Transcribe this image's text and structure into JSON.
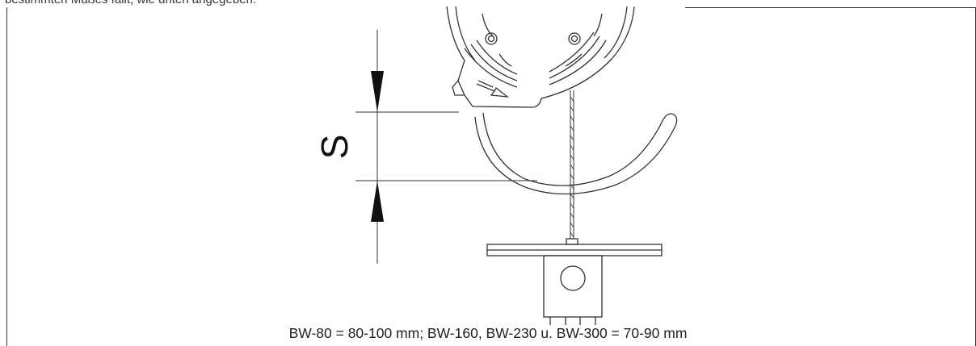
{
  "header": {
    "partial_text": "bestimmten Maßes fällt, wie unten angegeben."
  },
  "figure": {
    "dimension_label": "S",
    "caption": "BW-80 = 80-100 mm; BW-160, BW-230 u. BW-300 = 70-90 mm"
  }
}
